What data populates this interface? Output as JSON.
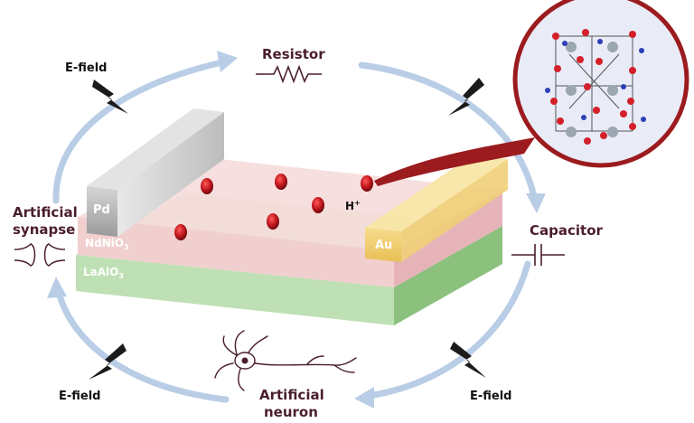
{
  "labels": {
    "resistor": "Resistor",
    "capacitor": "Capacitor",
    "artificial_synapse_line1": "Artificial",
    "artificial_synapse_line2": "synapse",
    "artificial_neuron_line1": "Artificial",
    "artificial_neuron_line2": "neuron",
    "efield_top_left": "E-field",
    "efield_bottom_left": "E-field",
    "efield_bottom_right": "E-field",
    "pd_electrode": "Pd",
    "au_electrode": "Au",
    "layer_nickelate": "NdNiO",
    "layer_nickelate_sub": "3",
    "layer_substrate": "LaAlO",
    "layer_substrate_sub": "3",
    "proton": "H",
    "proton_sup": "+"
  },
  "icons": {
    "lightning": "lightning-bolt-icon",
    "resistor": "resistor-symbol-icon",
    "capacitor": "capacitor-symbol-icon",
    "synapse": "synapse-icon",
    "neuron": "neuron-icon"
  },
  "colors": {
    "arrow_ring": "#b9cde6",
    "label_dark": "#4a1e2a",
    "callout_border": "#9b1b1e",
    "callout_fill": "#e9ecf7",
    "nickelate_layer": "#f3cfd2",
    "substrate_layer": "#bfe0b4",
    "pd_electrode": "#a8a8a8",
    "au_electrode": "#f2d27a",
    "proton": "#c0161c"
  }
}
